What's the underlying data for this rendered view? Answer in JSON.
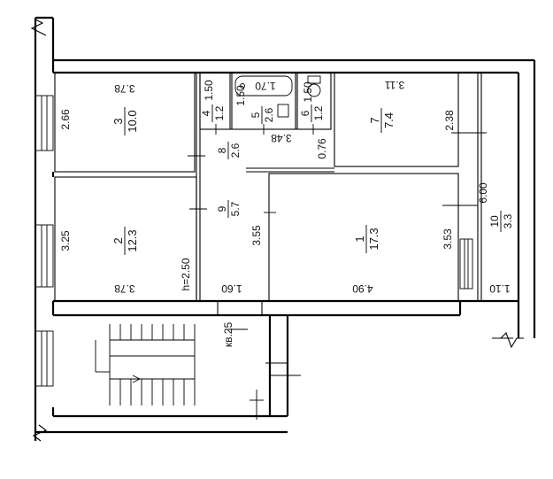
{
  "rooms": [
    {
      "key": "r3",
      "num": "3",
      "area": "10.0"
    },
    {
      "key": "r2",
      "num": "2",
      "area": "12.3"
    },
    {
      "key": "r4",
      "num": "4",
      "area": "1.2"
    },
    {
      "key": "r5",
      "num": "5",
      "area": "2.6"
    },
    {
      "key": "r6",
      "num": "6",
      "area": "1.2"
    },
    {
      "key": "r7",
      "num": "7",
      "area": "7.4"
    },
    {
      "key": "r8",
      "num": "8",
      "area": "2.6"
    },
    {
      "key": "r9",
      "num": "9",
      "area": "5.7"
    },
    {
      "key": "r1",
      "num": "1",
      "area": "17.3"
    },
    {
      "key": "r10",
      "num": "10",
      "area": "3.3"
    }
  ],
  "dimensions": {
    "d_3_78_top": "3.78",
    "d_3_78_bottom": "3.78",
    "d_2_66": "2.66",
    "d_3_25": "3.25",
    "d_h": "h=2.50",
    "d_1_50_a": "1.50",
    "d_1_50_b": "1.50",
    "d_1_50_c": "1.50",
    "d_1_70": "1.70",
    "d_3_11": "3.11",
    "d_2_38": "2.38",
    "d_3_48": "3.48",
    "d_0_76": "0.76",
    "d_3_55": "3.55",
    "d_3_53": "3.53",
    "d_1_60": "1.60",
    "d_4_90": "4.90",
    "d_6_00": "6.00",
    "d_1_10": "1.10"
  },
  "labels": {
    "apartment": "кв.25"
  }
}
